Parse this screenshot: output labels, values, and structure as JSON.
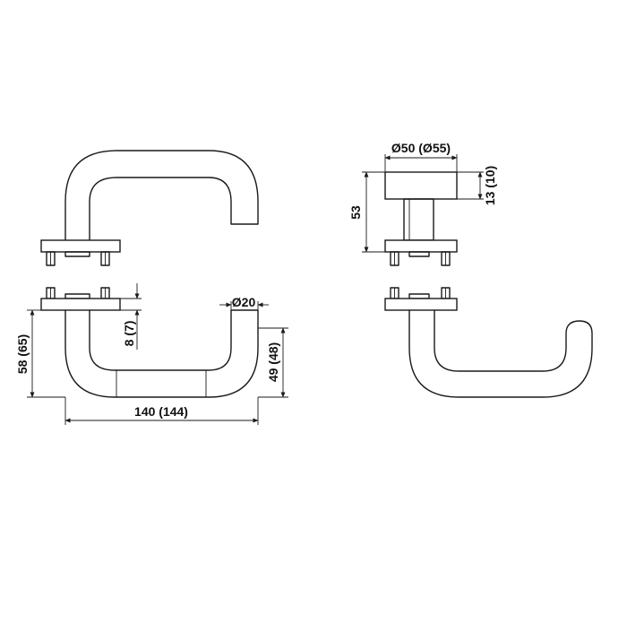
{
  "dimensions": {
    "width_total": "140 (144)",
    "height_total": "58 (65)",
    "height_inner": "49 (48)",
    "gap": "8 (7)",
    "bar_diameter": "Ø20",
    "rose_diameter": "Ø50 (Ø55)",
    "rose_height": "53",
    "rose_thickness": "13 (10)"
  }
}
